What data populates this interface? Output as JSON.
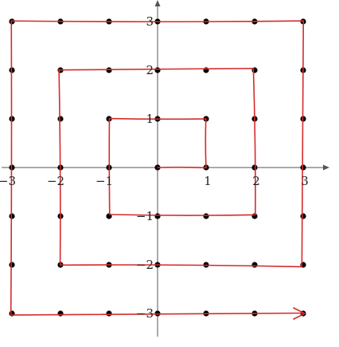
{
  "diagram": {
    "type": "integer-lattice-spiral",
    "x_range": [
      -3,
      3
    ],
    "y_range": [
      -3,
      3
    ],
    "x_tick_labels": [
      {
        "value": -3,
        "text": "−3"
      },
      {
        "value": -2,
        "text": "−2"
      },
      {
        "value": -1,
        "text": "−1"
      },
      {
        "value": 1,
        "text": "1"
      },
      {
        "value": 2,
        "text": "2"
      },
      {
        "value": 3,
        "text": "3"
      }
    ],
    "y_tick_labels": [
      {
        "value": 3,
        "text": "3"
      },
      {
        "value": 2,
        "text": "2"
      },
      {
        "value": 1,
        "text": "1"
      },
      {
        "value": -1,
        "text": "−1"
      },
      {
        "value": -2,
        "text": "−2"
      },
      {
        "value": -3,
        "text": "−3"
      }
    ],
    "spiral_path": [
      [
        0,
        0
      ],
      [
        1,
        0
      ],
      [
        1,
        1
      ],
      [
        -1,
        1
      ],
      [
        -1,
        -1
      ],
      [
        2,
        -1
      ],
      [
        2,
        2
      ],
      [
        -2,
        2
      ],
      [
        -2,
        -2
      ],
      [
        3,
        -2
      ],
      [
        3,
        3
      ],
      [
        -3,
        3
      ],
      [
        -3,
        -3
      ],
      [
        3,
        -3
      ]
    ],
    "colors": {
      "axis": "#555555",
      "dot": "#000000",
      "spiral": "#d42b2b"
    }
  }
}
